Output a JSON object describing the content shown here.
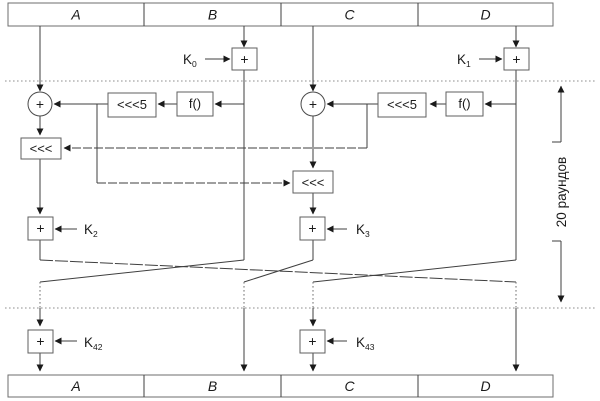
{
  "registers_top": [
    "A",
    "B",
    "C",
    "D"
  ],
  "registers_bottom": [
    "A",
    "B",
    "C",
    "D"
  ],
  "keys": {
    "k0": {
      "base": "K",
      "sub": "0"
    },
    "k1": {
      "base": "K",
      "sub": "1"
    },
    "k2": {
      "base": "K",
      "sub": "2"
    },
    "k3": {
      "base": "K",
      "sub": "3"
    },
    "k42": {
      "base": "K",
      "sub": "42"
    },
    "k43": {
      "base": "K",
      "sub": "43"
    }
  },
  "operations": {
    "add": "+",
    "xor": "+",
    "rotate_fixed": "<<<5",
    "rotate_var": "<<<",
    "round_function": "f()"
  },
  "annotation": {
    "rounds_label": "20 раундов"
  },
  "colors": {
    "line": "#3f3f3f",
    "border": "#5f5f5f",
    "text": "#1a1a1a",
    "dotted": "#8f8f8f",
    "background": "#ffffff"
  }
}
